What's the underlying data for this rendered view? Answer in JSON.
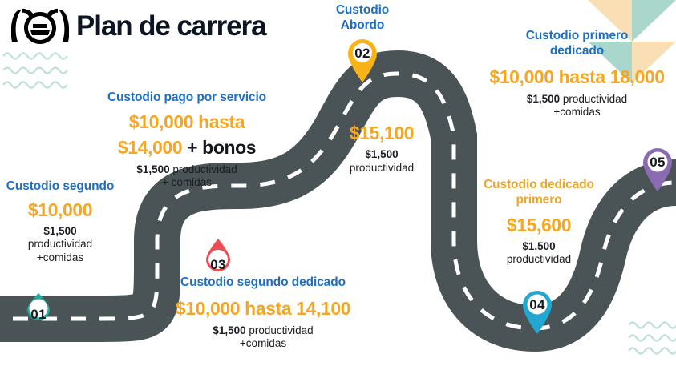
{
  "header": {
    "title": "Plan de carrera",
    "logo_icon": "hands-on-steering-wheel-icon"
  },
  "theme": {
    "blue": "#1e6fc4",
    "amber": "#f5a623",
    "road": "#4a5456",
    "dash": "#ffffff",
    "teal": "#25a79b",
    "red": "#ef4b52",
    "yellow": "#f9b316",
    "cyan": "#21a7d0",
    "purple": "#8b6bb1",
    "wave": "#bfe0d8",
    "triangle_peach": "#fadfb5",
    "triangle_teal": "#a9d7cb"
  },
  "steps": [
    {
      "number": "01",
      "marker_color": "#25a79b",
      "marker_style": "teardrop",
      "heading": "Custodio segundo",
      "heading_color": "blue",
      "amount": "$10,000",
      "amount_suffix": "",
      "productivity_bold": "$1,500",
      "productivity_text": "productividad",
      "meals": "+comidas"
    },
    {
      "number": "02",
      "marker_color": "#f9b316",
      "marker_style": "pin",
      "heading": "Custodio Abordo",
      "heading_color": "blue",
      "amount": "$15,100",
      "amount_suffix": "",
      "productivity_bold": "$1,500",
      "productivity_text": "productividad",
      "meals": ""
    },
    {
      "number": "03",
      "marker_color": "#ef4b52",
      "marker_style": "teardrop-flip",
      "heading": "Custodio segundo dedicado",
      "heading_color": "blue",
      "amount": "$10,000 hasta 14,100",
      "amount_suffix": "",
      "productivity_bold": "$1,500",
      "productivity_text": "productividad",
      "meals": "+comidas"
    },
    {
      "number": "04",
      "marker_color": "#21a7d0",
      "marker_style": "pin",
      "heading": "Custodio dedicado primero",
      "heading_color": "amber",
      "amount": "$15,600",
      "amount_suffix": "",
      "productivity_bold": "$1,500",
      "productivity_text": "productividad",
      "meals": ""
    },
    {
      "number": "05",
      "marker_color": "#8b6bb1",
      "marker_style": "pin",
      "heading": "",
      "heading_color": "blue",
      "amount": "",
      "amount_suffix": "",
      "productivity_bold": "",
      "productivity_text": "",
      "meals": ""
    }
  ],
  "blocks": {
    "servicio": {
      "heading": "Custodio pago por servicio",
      "amount_line1": "$10,000 hasta",
      "amount_line2_amber": "$14,000",
      "amount_line2_black": "+ bonos",
      "productivity_bold": "$1,500",
      "productivity_text": "productividad",
      "meals": "+ comidas"
    },
    "primero_dedicado": {
      "heading_line1": "Custodio primero",
      "heading_line2": "dedicado",
      "amount": "$10,000 hasta 18,000",
      "productivity_bold": "$1,500",
      "productivity_text": "productividad",
      "meals": "+comidas"
    }
  }
}
